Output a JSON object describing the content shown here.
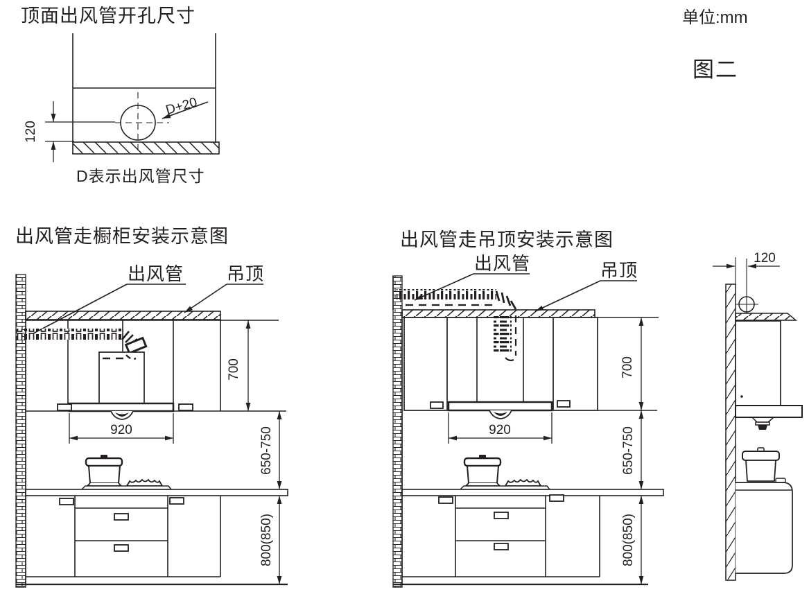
{
  "page": {
    "unit_label": "单位:mm",
    "figure_label": "图二"
  },
  "hole_diagram": {
    "title": "顶面出风管开孔尺寸",
    "caption": "D表示出风管尺寸",
    "dim_hole": "D+20",
    "dim_offset": "120"
  },
  "cabinet_route": {
    "title": "出风管走橱柜安装示意图",
    "label_duct": "出风管",
    "label_ceiling": "吊顶",
    "dim_hood_width": "920",
    "dim_cabinet_height": "700",
    "dim_hood_to_counter": "650-750",
    "dim_counter_height": "800(850)"
  },
  "ceiling_route": {
    "title": "出风管走吊顶安装示意图",
    "label_duct": "出风管",
    "label_ceiling": "吊顶",
    "dim_hood_width": "920",
    "dim_cabinet_height": "700",
    "dim_hood_to_counter": "650-750",
    "dim_counter_height": "800(850)"
  },
  "side_view": {
    "dim_wall_offset": "120"
  },
  "colors": {
    "ink": "#231f20",
    "background": "#ffffff"
  }
}
